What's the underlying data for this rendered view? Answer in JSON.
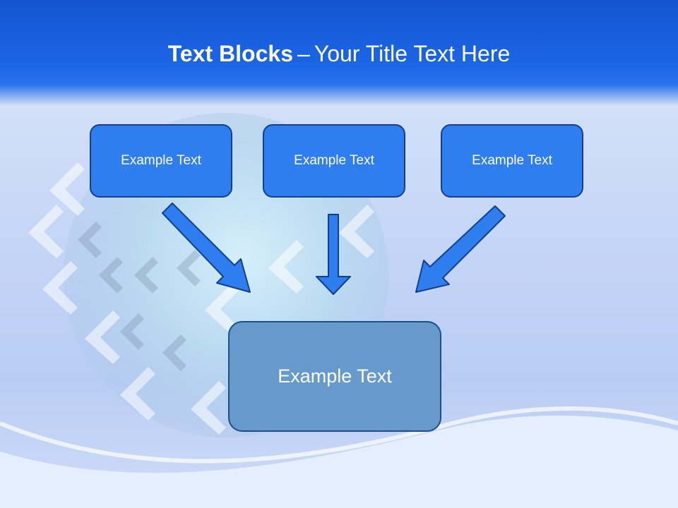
{
  "slide": {
    "title_bold": "Text Blocks",
    "title_dash": "–",
    "title_rest": "Your Title Text Here"
  },
  "diagram": {
    "top_boxes": [
      {
        "label": "Example Text"
      },
      {
        "label": "Example Text"
      },
      {
        "label": "Example Text"
      }
    ],
    "bottom_box": {
      "label": "Example Text"
    }
  },
  "colors": {
    "header_blue": "#1b66e6",
    "top_box_fill": "#2e7ef0",
    "bottom_box_fill": "#6699cc",
    "arrow_fill": "#2e7ef0",
    "outline": "#123f8e"
  }
}
